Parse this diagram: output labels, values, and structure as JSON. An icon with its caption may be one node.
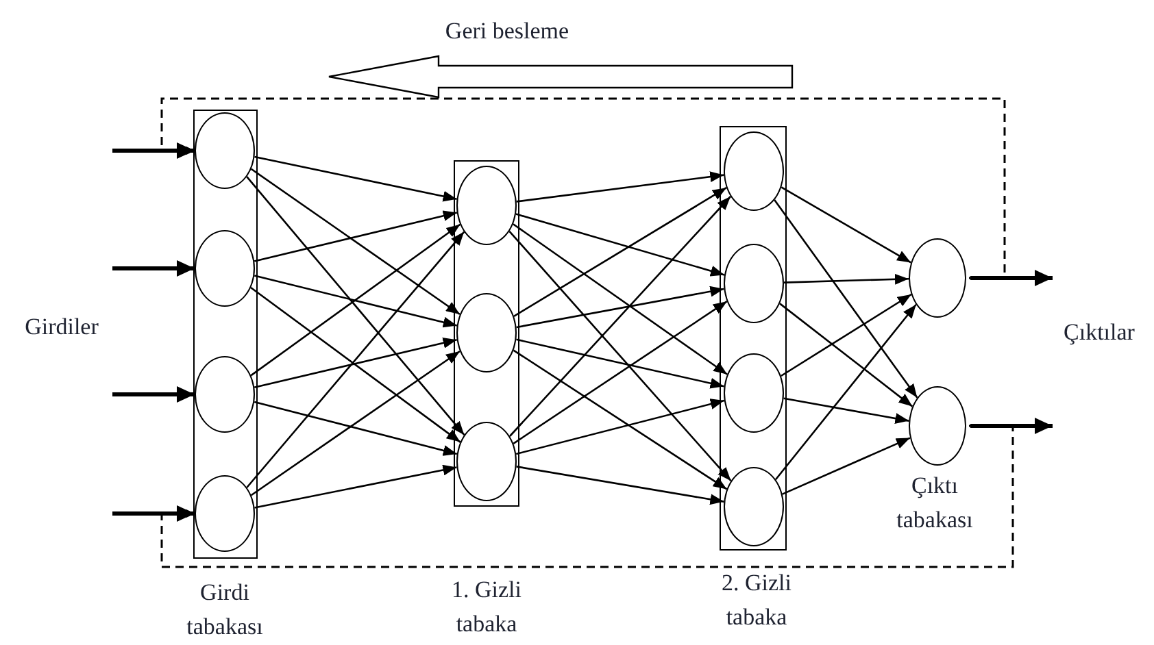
{
  "diagram": {
    "nodes": [
      {
        "text": [],
        "shape": "box",
        "beside": [
          "Girdi tabakası"
        ]
      },
      {
        "text": [],
        "shape": "circle",
        "in": 0
      },
      {
        "text": [],
        "shape": "circle",
        "in": 0
      },
      {
        "text": [],
        "shape": "circle",
        "in": 0
      },
      {
        "text": [],
        "shape": "circle",
        "in": 0
      },
      {
        "text": [],
        "shape": "box",
        "beside": [
          "1. Gizli tabaka"
        ]
      },
      {
        "text": [],
        "shape": "circle",
        "in": 5
      },
      {
        "text": [],
        "shape": "circle",
        "in": 5
      },
      {
        "text": [],
        "shape": "circle",
        "in": 5
      },
      {
        "text": [],
        "shape": "box",
        "beside": [
          "2. Gizli tabaka"
        ]
      },
      {
        "text": [],
        "shape": "circle",
        "in": 9
      },
      {
        "text": [],
        "shape": "circle",
        "in": 9
      },
      {
        "text": [],
        "shape": "circle",
        "in": 9
      },
      {
        "text": [],
        "shape": "circle",
        "in": 9
      },
      {
        "text": [],
        "shape": "circle"
      },
      {
        "text": [],
        "shape": "circle"
      }
    ],
    "edges": [
      {
        "from": null,
        "to": 1,
        "arrow": "to",
        "style": "thick"
      },
      {
        "from": null,
        "to": 2,
        "arrow": "to",
        "style": "thick"
      },
      {
        "from": null,
        "to": 3,
        "arrow": "to",
        "style": "thick"
      },
      {
        "from": null,
        "to": 4,
        "arrow": "to",
        "style": "thick"
      },
      {
        "from": 1,
        "to": 6,
        "arrow": "to"
      },
      {
        "from": 1,
        "to": 7,
        "arrow": "to"
      },
      {
        "from": 1,
        "to": 8,
        "arrow": "to"
      },
      {
        "from": 2,
        "to": 6,
        "arrow": "to"
      },
      {
        "from": 2,
        "to": 7,
        "arrow": "to"
      },
      {
        "from": 2,
        "to": 8,
        "arrow": "to"
      },
      {
        "from": 3,
        "to": 6,
        "arrow": "to"
      },
      {
        "from": 3,
        "to": 7,
        "arrow": "to"
      },
      {
        "from": 3,
        "to": 8,
        "arrow": "to"
      },
      {
        "from": 4,
        "to": 6,
        "arrow": "to"
      },
      {
        "from": 4,
        "to": 7,
        "arrow": "to"
      },
      {
        "from": 4,
        "to": 8,
        "arrow": "to"
      },
      {
        "from": 6,
        "to": 10,
        "arrow": "to"
      },
      {
        "from": 6,
        "to": 11,
        "arrow": "to"
      },
      {
        "from": 6,
        "to": 12,
        "arrow": "to"
      },
      {
        "from": 6,
        "to": 13,
        "arrow": "to"
      },
      {
        "from": 7,
        "to": 10,
        "arrow": "to"
      },
      {
        "from": 7,
        "to": 11,
        "arrow": "to"
      },
      {
        "from": 7,
        "to": 12,
        "arrow": "to"
      },
      {
        "from": 7,
        "to": 13,
        "arrow": "to"
      },
      {
        "from": 8,
        "to": 10,
        "arrow": "to"
      },
      {
        "from": 8,
        "to": 11,
        "arrow": "to"
      },
      {
        "from": 8,
        "to": 12,
        "arrow": "to"
      },
      {
        "from": 8,
        "to": 13,
        "arrow": "to"
      },
      {
        "from": 10,
        "to": 14,
        "arrow": "to"
      },
      {
        "from": 10,
        "to": 15,
        "arrow": "to"
      },
      {
        "from": 11,
        "to": 14,
        "arrow": "to"
      },
      {
        "from": 11,
        "to": 15,
        "arrow": "to"
      },
      {
        "from": 12,
        "to": 14,
        "arrow": "to"
      },
      {
        "from": 12,
        "to": 15,
        "arrow": "to"
      },
      {
        "from": 13,
        "to": 14,
        "arrow": "to"
      },
      {
        "from": 13,
        "to": 15,
        "arrow": "to"
      },
      {
        "from": 14,
        "to": null,
        "arrow": "to",
        "style": "thick"
      },
      {
        "from": 15,
        "to": null,
        "arrow": "to",
        "style": "thick"
      },
      {
        "from": 14,
        "to": 1,
        "arrow": "to",
        "style": "dashed"
      },
      {
        "from": 15,
        "to": 4,
        "arrow": "to",
        "style": "dashed"
      }
    ],
    "labels": [
      "Geri besleme",
      "Girdiler",
      "Çıktılar",
      "Çıktı tabakası"
    ]
  }
}
